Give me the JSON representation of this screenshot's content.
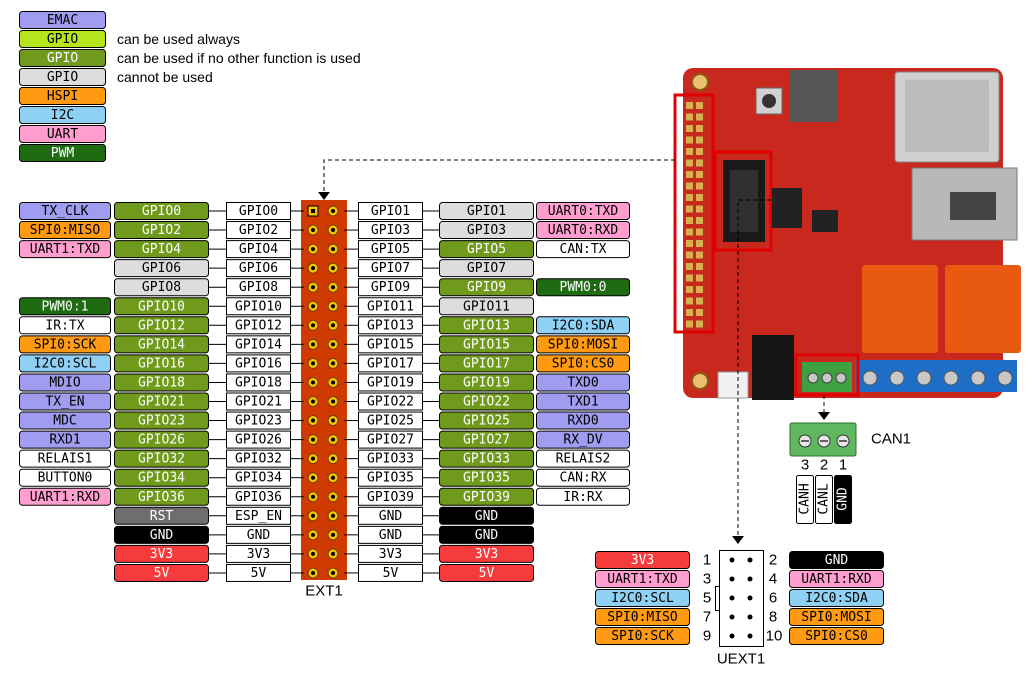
{
  "colors": {
    "EMAC": "#a09cf0",
    "GPIO_always": "#b5e61d",
    "GPIO_conditional": "#6f9a1c",
    "GPIO_unusable": "#dddddd",
    "HSPI": "#ff9a12",
    "I2C": "#8fd1f5",
    "UART": "#ff9ecf",
    "PWM": "#1f6b12",
    "RST": "#6e6e6e",
    "GND": "#000000",
    "POWER": "#f53b3b",
    "NONE": "#ffffff",
    "header_red": "#cf3a00",
    "pcb_red": "#c8281e",
    "terminal_green": "#3fa040",
    "terminal_blue": "#1e6ec8",
    "highlight": "#e00000"
  },
  "legend": [
    {
      "label": "EMAC",
      "color": "EMAC",
      "text": ""
    },
    {
      "label": "GPIO",
      "color": "GPIO_always",
      "text": "can be used always"
    },
    {
      "label": "GPIO",
      "color": "GPIO_conditional",
      "text": "can be used if no other function is used"
    },
    {
      "label": "GPIO",
      "color": "GPIO_unusable",
      "text": "cannot be used"
    },
    {
      "label": "HSPI",
      "color": "HSPI",
      "text": ""
    },
    {
      "label": "I2C",
      "color": "I2C",
      "text": ""
    },
    {
      "label": "UART",
      "color": "UART",
      "text": ""
    },
    {
      "label": "PWM",
      "color": "PWM",
      "text": ""
    }
  ],
  "ext1": {
    "title": "EXT1",
    "left": [
      {
        "func": {
          "t": "TX_CLK",
          "c": "EMAC"
        },
        "gpio": {
          "t": "GPIO0",
          "c": "GPIO_conditional"
        },
        "pin": "GPIO0"
      },
      {
        "func": {
          "t": "SPI0:MISO",
          "c": "HSPI"
        },
        "gpio": {
          "t": "GPIO2",
          "c": "GPIO_conditional"
        },
        "pin": "GPIO2"
      },
      {
        "func": {
          "t": "UART1:TXD",
          "c": "UART"
        },
        "gpio": {
          "t": "GPIO4",
          "c": "GPIO_conditional"
        },
        "pin": "GPIO4"
      },
      {
        "func": null,
        "gpio": {
          "t": "GPIO6",
          "c": "GPIO_unusable"
        },
        "pin": "GPIO6"
      },
      {
        "func": null,
        "gpio": {
          "t": "GPIO8",
          "c": "GPIO_unusable"
        },
        "pin": "GPIO8"
      },
      {
        "func": {
          "t": "PWM0:1",
          "c": "PWM"
        },
        "gpio": {
          "t": "GPIO10",
          "c": "GPIO_conditional"
        },
        "pin": "GPIO10"
      },
      {
        "func": {
          "t": "IR:TX",
          "c": "NONE"
        },
        "gpio": {
          "t": "GPIO12",
          "c": "GPIO_conditional"
        },
        "pin": "GPIO12"
      },
      {
        "func": {
          "t": "SPI0:SCK",
          "c": "HSPI"
        },
        "gpio": {
          "t": "GPIO14",
          "c": "GPIO_conditional"
        },
        "pin": "GPIO14"
      },
      {
        "func": {
          "t": "I2C0:SCL",
          "c": "I2C"
        },
        "gpio": {
          "t": "GPIO16",
          "c": "GPIO_conditional"
        },
        "pin": "GPIO16"
      },
      {
        "func": {
          "t": "MDIO",
          "c": "EMAC"
        },
        "gpio": {
          "t": "GPIO18",
          "c": "GPIO_conditional"
        },
        "pin": "GPIO18"
      },
      {
        "func": {
          "t": "TX_EN",
          "c": "EMAC"
        },
        "gpio": {
          "t": "GPIO21",
          "c": "GPIO_conditional"
        },
        "pin": "GPIO21"
      },
      {
        "func": {
          "t": "MDC",
          "c": "EMAC"
        },
        "gpio": {
          "t": "GPIO23",
          "c": "GPIO_conditional"
        },
        "pin": "GPIO23"
      },
      {
        "func": {
          "t": "RXD1",
          "c": "EMAC"
        },
        "gpio": {
          "t": "GPIO26",
          "c": "GPIO_conditional"
        },
        "pin": "GPIO26"
      },
      {
        "func": {
          "t": "RELAIS1",
          "c": "NONE"
        },
        "gpio": {
          "t": "GPIO32",
          "c": "GPIO_conditional"
        },
        "pin": "GPIO32"
      },
      {
        "func": {
          "t": "BUTTON0",
          "c": "NONE"
        },
        "gpio": {
          "t": "GPIO34",
          "c": "GPIO_conditional"
        },
        "pin": "GPIO34"
      },
      {
        "func": {
          "t": "UART1:RXD",
          "c": "UART"
        },
        "gpio": {
          "t": "GPIO36",
          "c": "GPIO_conditional"
        },
        "pin": "GPIO36"
      },
      {
        "func": null,
        "gpio": {
          "t": "RST",
          "c": "RST"
        },
        "pin": "ESP_EN"
      },
      {
        "func": null,
        "gpio": {
          "t": "GND",
          "c": "GND"
        },
        "pin": "GND"
      },
      {
        "func": null,
        "gpio": {
          "t": "3V3",
          "c": "POWER"
        },
        "pin": "3V3"
      },
      {
        "func": null,
        "gpio": {
          "t": "5V",
          "c": "POWER"
        },
        "pin": "5V"
      }
    ],
    "right": [
      {
        "pin": "GPIO1",
        "gpio": {
          "t": "GPIO1",
          "c": "GPIO_unusable"
        },
        "func": {
          "t": "UART0:TXD",
          "c": "UART"
        }
      },
      {
        "pin": "GPIO3",
        "gpio": {
          "t": "GPIO3",
          "c": "GPIO_unusable"
        },
        "func": {
          "t": "UART0:RXD",
          "c": "UART"
        }
      },
      {
        "pin": "GPIO5",
        "gpio": {
          "t": "GPIO5",
          "c": "GPIO_conditional"
        },
        "func": {
          "t": "CAN:TX",
          "c": "NONE"
        }
      },
      {
        "pin": "GPIO7",
        "gpio": {
          "t": "GPIO7",
          "c": "GPIO_unusable"
        },
        "func": null
      },
      {
        "pin": "GPIO9",
        "gpio": {
          "t": "GPIO9",
          "c": "GPIO_conditional"
        },
        "func": {
          "t": "PWM0:0",
          "c": "PWM"
        }
      },
      {
        "pin": "GPIO11",
        "gpio": {
          "t": "GPIO11",
          "c": "GPIO_unusable"
        },
        "func": null
      },
      {
        "pin": "GPIO13",
        "gpio": {
          "t": "GPIO13",
          "c": "GPIO_conditional"
        },
        "func": {
          "t": "I2C0:SDA",
          "c": "I2C"
        }
      },
      {
        "pin": "GPIO15",
        "gpio": {
          "t": "GPIO15",
          "c": "GPIO_conditional"
        },
        "func": {
          "t": "SPI0:MOSI",
          "c": "HSPI"
        }
      },
      {
        "pin": "GPIO17",
        "gpio": {
          "t": "GPIO17",
          "c": "GPIO_conditional"
        },
        "func": {
          "t": "SPI0:CS0",
          "c": "HSPI"
        }
      },
      {
        "pin": "GPIO19",
        "gpio": {
          "t": "GPIO19",
          "c": "GPIO_conditional"
        },
        "func": {
          "t": "TXD0",
          "c": "EMAC"
        }
      },
      {
        "pin": "GPIO22",
        "gpio": {
          "t": "GPIO22",
          "c": "GPIO_conditional"
        },
        "func": {
          "t": "TXD1",
          "c": "EMAC"
        }
      },
      {
        "pin": "GPIO25",
        "gpio": {
          "t": "GPIO25",
          "c": "GPIO_conditional"
        },
        "func": {
          "t": "RXD0",
          "c": "EMAC"
        }
      },
      {
        "pin": "GPIO27",
        "gpio": {
          "t": "GPIO27",
          "c": "GPIO_conditional"
        },
        "func": {
          "t": "RX_DV",
          "c": "EMAC"
        }
      },
      {
        "pin": "GPIO33",
        "gpio": {
          "t": "GPIO33",
          "c": "GPIO_conditional"
        },
        "func": {
          "t": "RELAIS2",
          "c": "NONE"
        }
      },
      {
        "pin": "GPIO35",
        "gpio": {
          "t": "GPIO35",
          "c": "GPIO_conditional"
        },
        "func": {
          "t": "CAN:RX",
          "c": "NONE"
        }
      },
      {
        "pin": "GPIO39",
        "gpio": {
          "t": "GPIO39",
          "c": "GPIO_conditional"
        },
        "func": {
          "t": "IR:RX",
          "c": "NONE"
        }
      },
      {
        "pin": "GND",
        "gpio": {
          "t": "GND",
          "c": "GND"
        },
        "func": null
      },
      {
        "pin": "GND",
        "gpio": {
          "t": "GND",
          "c": "GND"
        },
        "func": null
      },
      {
        "pin": "3V3",
        "gpio": {
          "t": "3V3",
          "c": "POWER"
        },
        "func": null
      },
      {
        "pin": "5V",
        "gpio": {
          "t": "5V",
          "c": "POWER"
        },
        "func": null
      }
    ]
  },
  "uext1": {
    "title": "UEXT1",
    "rows": [
      {
        "left": {
          "t": "3V3",
          "c": "POWER"
        },
        "ln": "1",
        "rn": "2",
        "right": {
          "t": "GND",
          "c": "GND"
        }
      },
      {
        "left": {
          "t": "UART1:TXD",
          "c": "UART"
        },
        "ln": "3",
        "rn": "4",
        "right": {
          "t": "UART1:RXD",
          "c": "UART"
        }
      },
      {
        "left": {
          "t": "I2C0:SCL",
          "c": "I2C"
        },
        "ln": "5",
        "rn": "6",
        "right": {
          "t": "I2C0:SDA",
          "c": "I2C"
        }
      },
      {
        "left": {
          "t": "SPI0:MISO",
          "c": "HSPI"
        },
        "ln": "7",
        "rn": "8",
        "right": {
          "t": "SPI0:MOSI",
          "c": "HSPI"
        }
      },
      {
        "left": {
          "t": "SPI0:SCK",
          "c": "HSPI"
        },
        "ln": "9",
        "rn": "10",
        "right": {
          "t": "SPI0:CS0",
          "c": "HSPI"
        }
      }
    ]
  },
  "can1": {
    "title": "CAN1",
    "pin_numbers": [
      "3",
      "2",
      "1"
    ],
    "signals": [
      {
        "t": "CANH",
        "c": "NONE"
      },
      {
        "t": "CANL",
        "c": "NONE"
      },
      {
        "t": "GND",
        "c": "GND"
      }
    ]
  }
}
